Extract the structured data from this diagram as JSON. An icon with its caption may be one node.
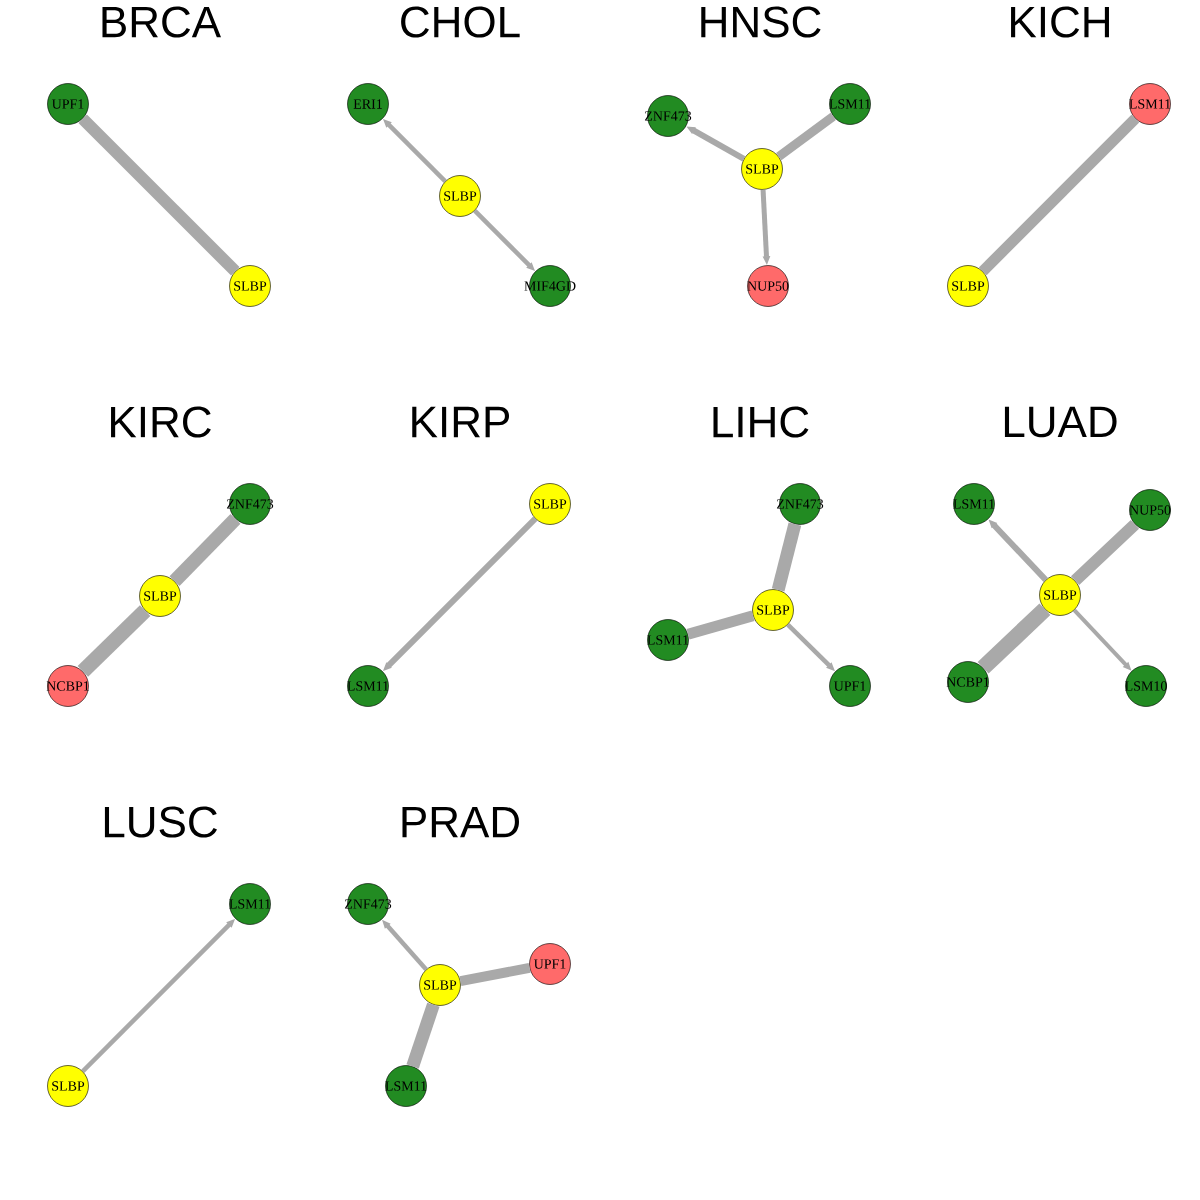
{
  "diagram": {
    "nodes": [
      {
        "text": [
          "UPF1"
        ]
      },
      {
        "text": [
          "SLBP"
        ]
      },
      {
        "text": [
          "ERI1"
        ]
      },
      {
        "text": [
          "SLBP"
        ]
      },
      {
        "text": [
          "MIF4GD"
        ]
      },
      {
        "text": [
          "ZNF473"
        ]
      },
      {
        "text": [
          "LSM11"
        ]
      },
      {
        "text": [
          "SLBP"
        ]
      },
      {
        "text": [
          "NUP50"
        ]
      },
      {
        "text": [
          "LSM11"
        ]
      },
      {
        "text": [
          "SLBP"
        ]
      },
      {
        "text": [
          "ZNF473"
        ]
      },
      {
        "text": [
          "SLBP"
        ]
      },
      {
        "text": [
          "NCBP1"
        ]
      },
      {
        "text": [
          "SLBP"
        ]
      },
      {
        "text": [
          "LSM11"
        ]
      },
      {
        "text": [
          "ZNF473"
        ]
      },
      {
        "text": [
          "SLBP"
        ]
      },
      {
        "text": [
          "LSM11"
        ]
      },
      {
        "text": [
          "UPF1"
        ]
      },
      {
        "text": [
          "LSM11"
        ]
      },
      {
        "text": [
          "NUP50"
        ]
      },
      {
        "text": [
          "SLBP"
        ]
      },
      {
        "text": [
          "NCBP1"
        ]
      },
      {
        "text": [
          "LSM10"
        ]
      },
      {
        "text": [
          "LSM11"
        ]
      },
      {
        "text": [
          "SLBP"
        ]
      },
      {
        "text": [
          "ZNF473"
        ]
      },
      {
        "text": [
          "UPF1"
        ]
      },
      {
        "text": [
          "SLBP"
        ]
      },
      {
        "text": [
          "LSM11"
        ]
      }
    ],
    "edges": [
      {
        "from": 0,
        "to": 1,
        "arrow": "none"
      },
      {
        "from": 3,
        "to": 2,
        "arrow": "to"
      },
      {
        "from": 3,
        "to": 4,
        "arrow": "to"
      },
      {
        "from": 7,
        "to": 5,
        "arrow": "to"
      },
      {
        "from": 7,
        "to": 6,
        "arrow": "none"
      },
      {
        "from": 7,
        "to": 8,
        "arrow": "to"
      },
      {
        "from": 9,
        "to": 10,
        "arrow": "none"
      },
      {
        "from": 12,
        "to": 11,
        "arrow": "none"
      },
      {
        "from": 12,
        "to": 13,
        "arrow": "none"
      },
      {
        "from": 14,
        "to": 15,
        "arrow": "to"
      },
      {
        "from": 17,
        "to": 16,
        "arrow": "none"
      },
      {
        "from": 17,
        "to": 18,
        "arrow": "none"
      },
      {
        "from": 17,
        "to": 19,
        "arrow": "to"
      },
      {
        "from": 22,
        "to": 20,
        "arrow": "to"
      },
      {
        "from": 22,
        "to": 21,
        "arrow": "none"
      },
      {
        "from": 22,
        "to": 23,
        "arrow": "none"
      },
      {
        "from": 22,
        "to": 24,
        "arrow": "to"
      },
      {
        "from": 26,
        "to": 25,
        "arrow": "to"
      },
      {
        "from": 29,
        "to": 27,
        "arrow": "to"
      },
      {
        "from": 29,
        "to": 28,
        "arrow": "none"
      },
      {
        "from": 29,
        "to": 30,
        "arrow": "none"
      }
    ],
    "labels": [
      "BRCA",
      "CHOL",
      "HNSC",
      "KICH",
      "KIRC",
      "KIRP",
      "LIHC",
      "LUAD",
      "LUSC",
      "PRAD"
    ]
  }
}
